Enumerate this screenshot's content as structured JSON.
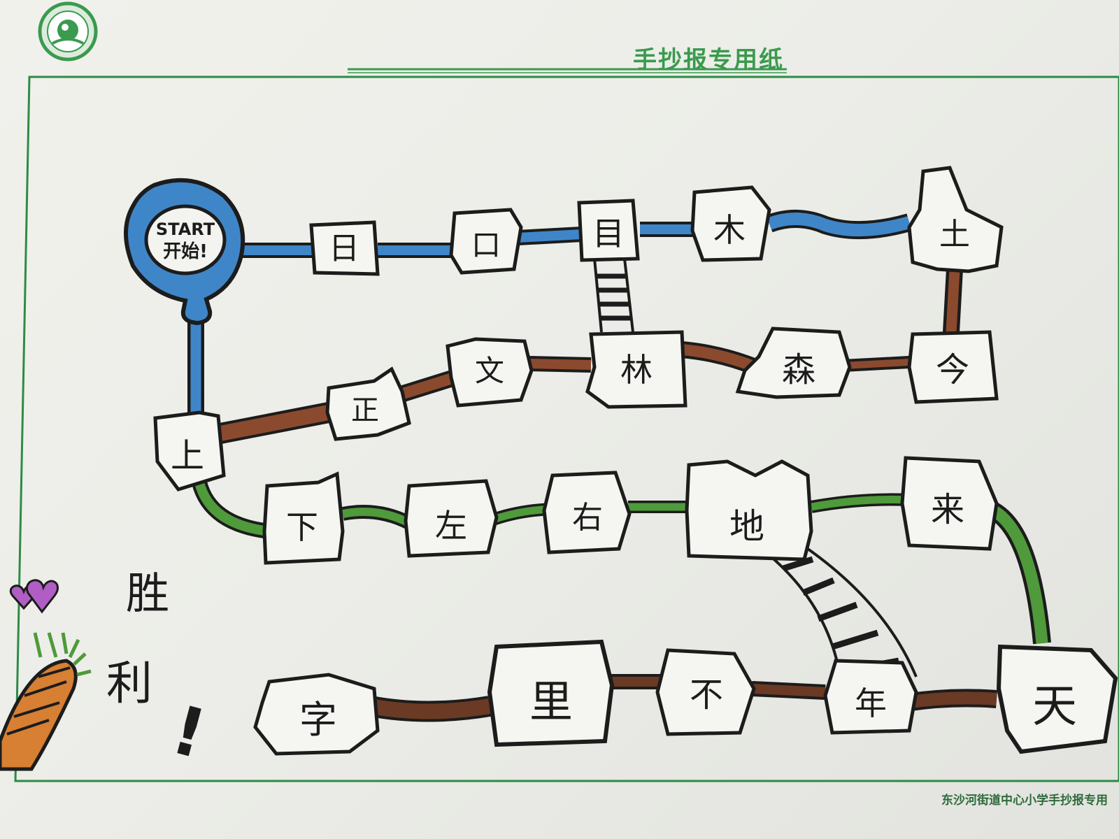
{
  "header": {
    "title": "手抄报专用纸",
    "logo_icon": "school-emblem-icon",
    "accent_color": "#3a9a4e"
  },
  "footer": {
    "text": "东沙河街道中心小学手抄报专用"
  },
  "start": {
    "line1": "START",
    "line2": "开始!",
    "color": "#3f86c9"
  },
  "board": {
    "path_colors": {
      "blue": "#3f86c9",
      "brown": "#8b4a2e",
      "green": "#4f9a3a"
    },
    "tiles": {
      "ri": "日",
      "kou": "口",
      "mu_eye": "目",
      "mu_tree": "木",
      "tu": "土",
      "jin": "今",
      "sen": "森",
      "lin": "林",
      "wen": "文",
      "zheng": "正",
      "shang": "上",
      "xia": "下",
      "zuo": "左",
      "you": "右",
      "di": "地",
      "lai": "来",
      "tian": "天",
      "nian": "年",
      "bu": "不",
      "li": "里",
      "zi": "字"
    }
  },
  "victory": {
    "char1": "胜",
    "char2": "利",
    "mark": "!",
    "heart_color": "#b05ec4"
  }
}
